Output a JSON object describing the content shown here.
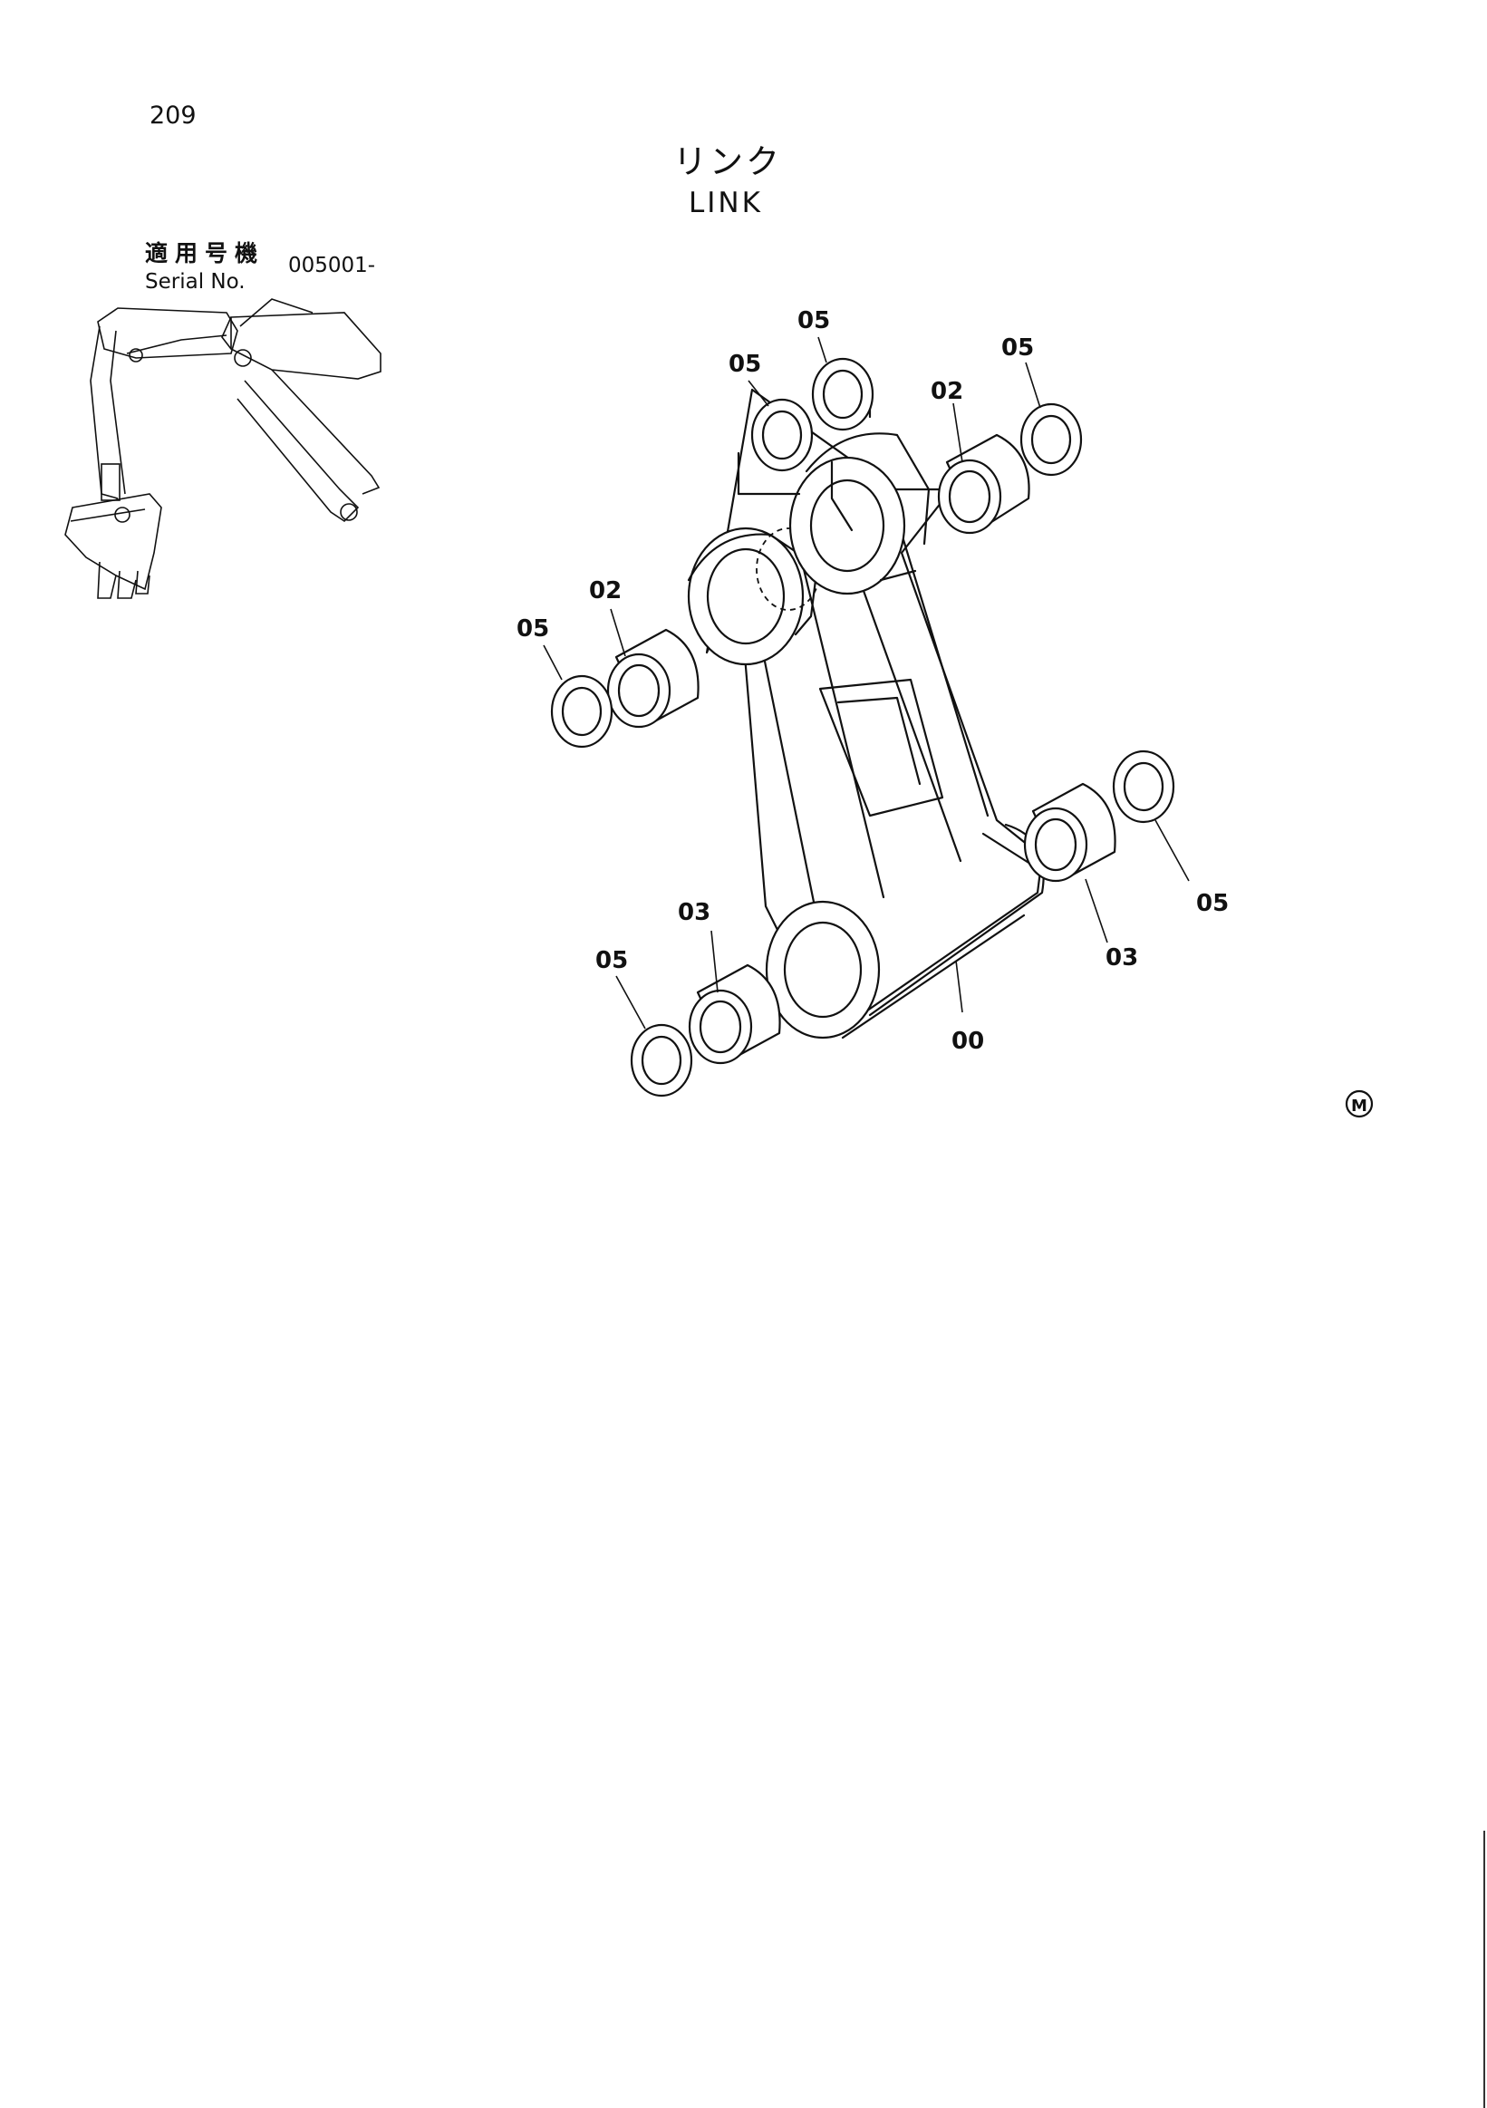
{
  "page": {
    "number": "209"
  },
  "title": {
    "japanese": "リンク",
    "english": "LINK"
  },
  "serial": {
    "label_ja": "適用号機",
    "label_en": "Serial No.",
    "value": "005001-"
  },
  "mark": {
    "symbol": "M"
  },
  "parts": [
    {
      "id": "00",
      "label": "00"
    },
    {
      "id": "02",
      "label": "02"
    },
    {
      "id": "03",
      "label": "03"
    },
    {
      "id": "05",
      "label": "05"
    }
  ],
  "callouts": [
    "05",
    "05",
    "02",
    "05",
    "02",
    "05",
    "05",
    "03",
    "03",
    "05",
    "00"
  ]
}
